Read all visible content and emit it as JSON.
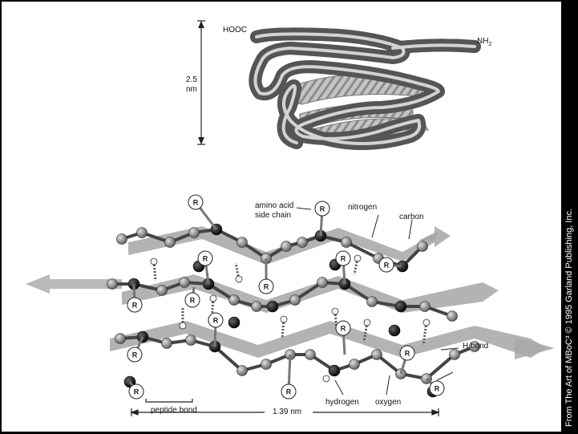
{
  "top_figure": {
    "label_hooc": "HOOC",
    "label_nh2_main": "NH",
    "label_nh2_sub": "2",
    "height_value": "2.5",
    "height_unit": "nm"
  },
  "bottom_figure": {
    "labels": {
      "amino_acid_line1": "amino acid",
      "amino_acid_line2": "side chain",
      "nitrogen": "nitrogen",
      "carbon": "carbon",
      "h_bond": "H bond",
      "peptide_bond": "peptide bond",
      "hydrogen": "hydrogen",
      "oxygen": "oxygen"
    },
    "r_label": "R",
    "width_measure": "1.39 nm"
  },
  "credit": "From The Art of MBoC³ © 1995 Garland Publishing, Inc."
}
